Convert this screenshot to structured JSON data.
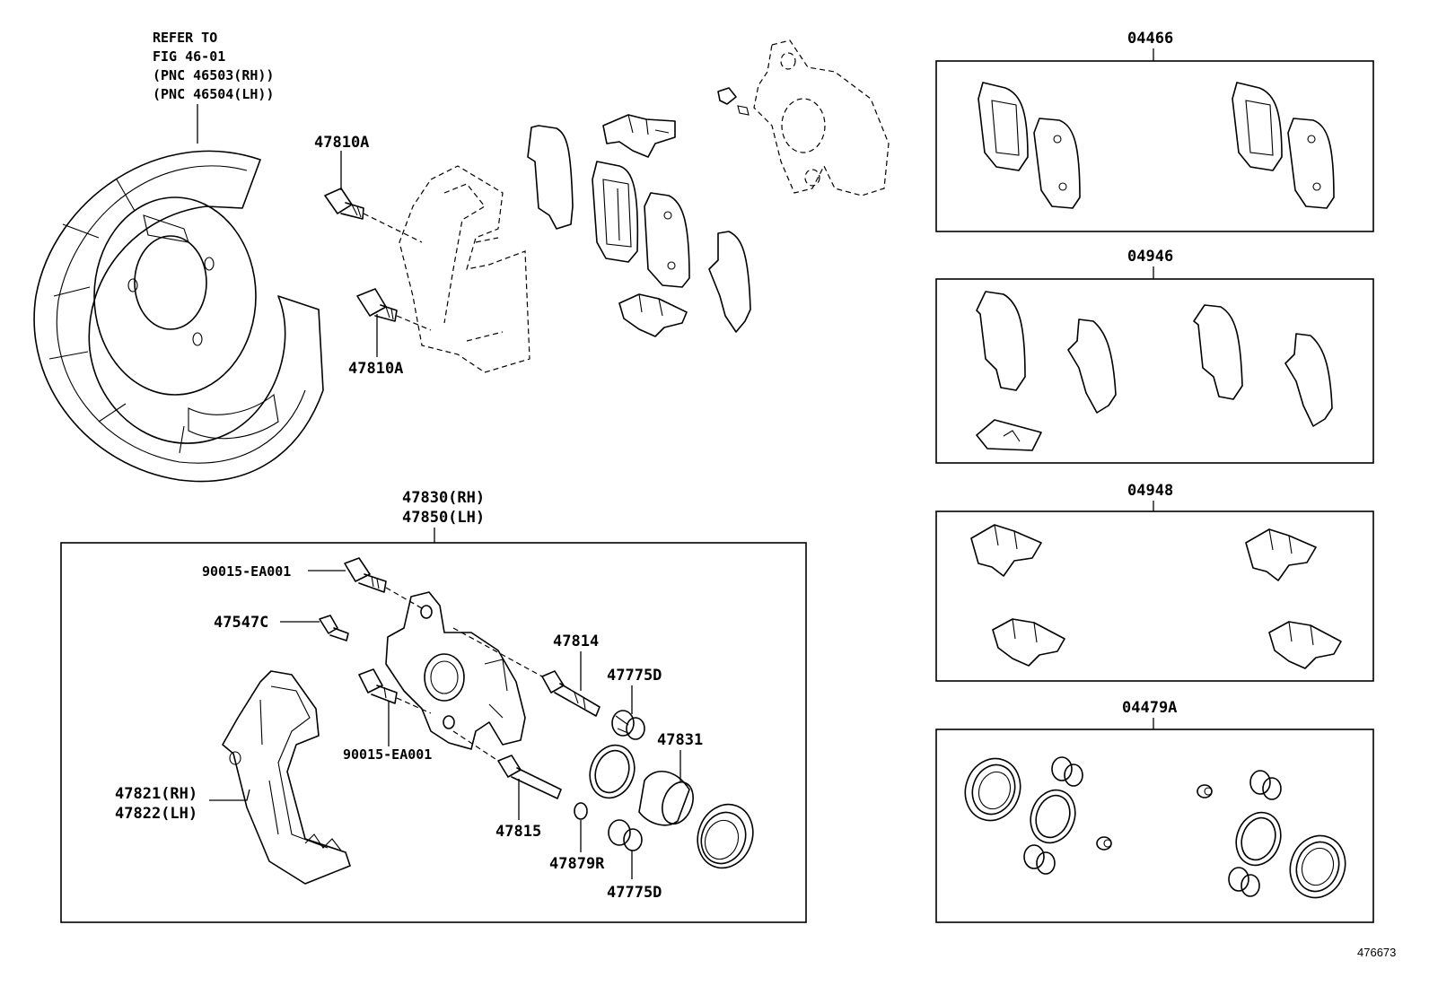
{
  "reference_note": {
    "lines": [
      "REFER TO",
      "FIG 46-01",
      "(PNC 46503(RH))",
      "(PNC 46504(LH))"
    ]
  },
  "labels": {
    "mount_bolt_upper": "47810A",
    "mount_bolt_lower": "47810A",
    "caliper_assy_rh": "47830(RH)",
    "caliper_assy_lh": "47850(LH)",
    "bolt_upper": "90015-EA001",
    "bleeder": "47547C",
    "pin_upper": "47814",
    "boot_upper": "47775D",
    "piston": "47831",
    "mounting_rh": "47821(RH)",
    "mounting_lh": "47822(LH)",
    "bolt_lower": "90015-EA001",
    "pin_lower": "47815",
    "bushing": "47879R",
    "boot_lower": "47775D"
  },
  "kits": [
    {
      "code": "04466",
      "contents": "brake pads"
    },
    {
      "code": "04946",
      "contents": "anti-squeal shims"
    },
    {
      "code": "04948",
      "contents": "pad support plates"
    },
    {
      "code": "04479A",
      "contents": "cylinder kit"
    }
  ],
  "figure_number": "476673"
}
